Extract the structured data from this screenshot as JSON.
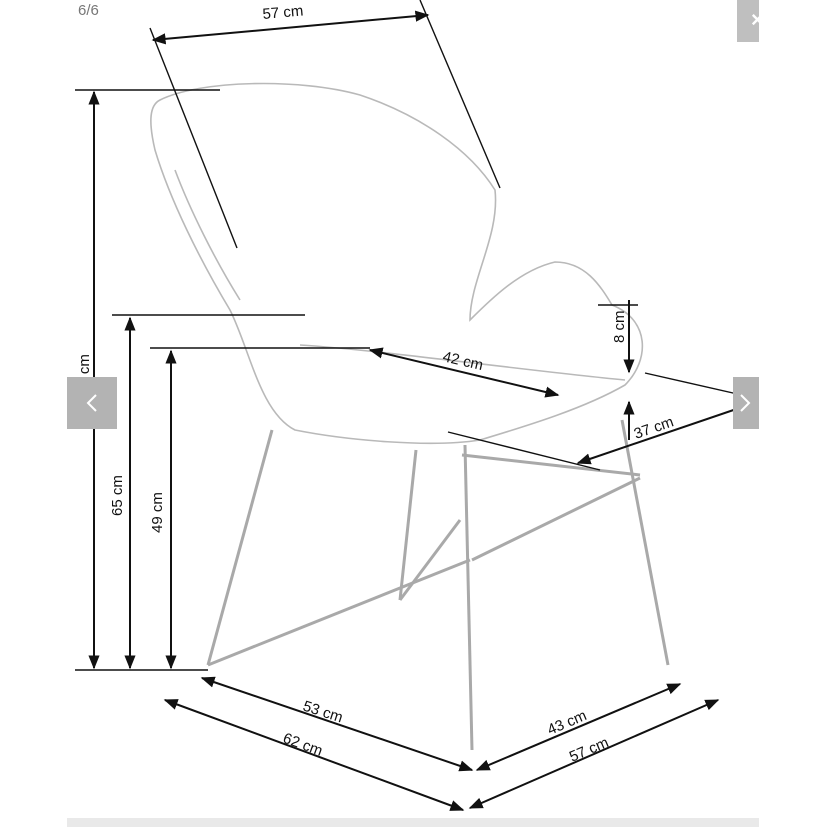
{
  "viewer": {
    "counter": "6/6",
    "close_label": "×",
    "prev_icon": "chevron-left-icon",
    "next_icon": "chevron-right-icon"
  },
  "dimensions": {
    "back_width": "57 cm",
    "total_height": "82 cm",
    "armrest_height": "65 cm",
    "seat_height": "49 cm",
    "seat_width": "42 cm",
    "armrest_thickness": "8 cm",
    "seat_depth": "37 cm",
    "base_side": "53 cm",
    "total_depth": "62 cm",
    "base_front": "43 cm",
    "total_width": "57 cm"
  },
  "colors": {
    "overlay_button": "#b3b3b3",
    "line": "#111111",
    "sketch": "#b9b9b9"
  }
}
